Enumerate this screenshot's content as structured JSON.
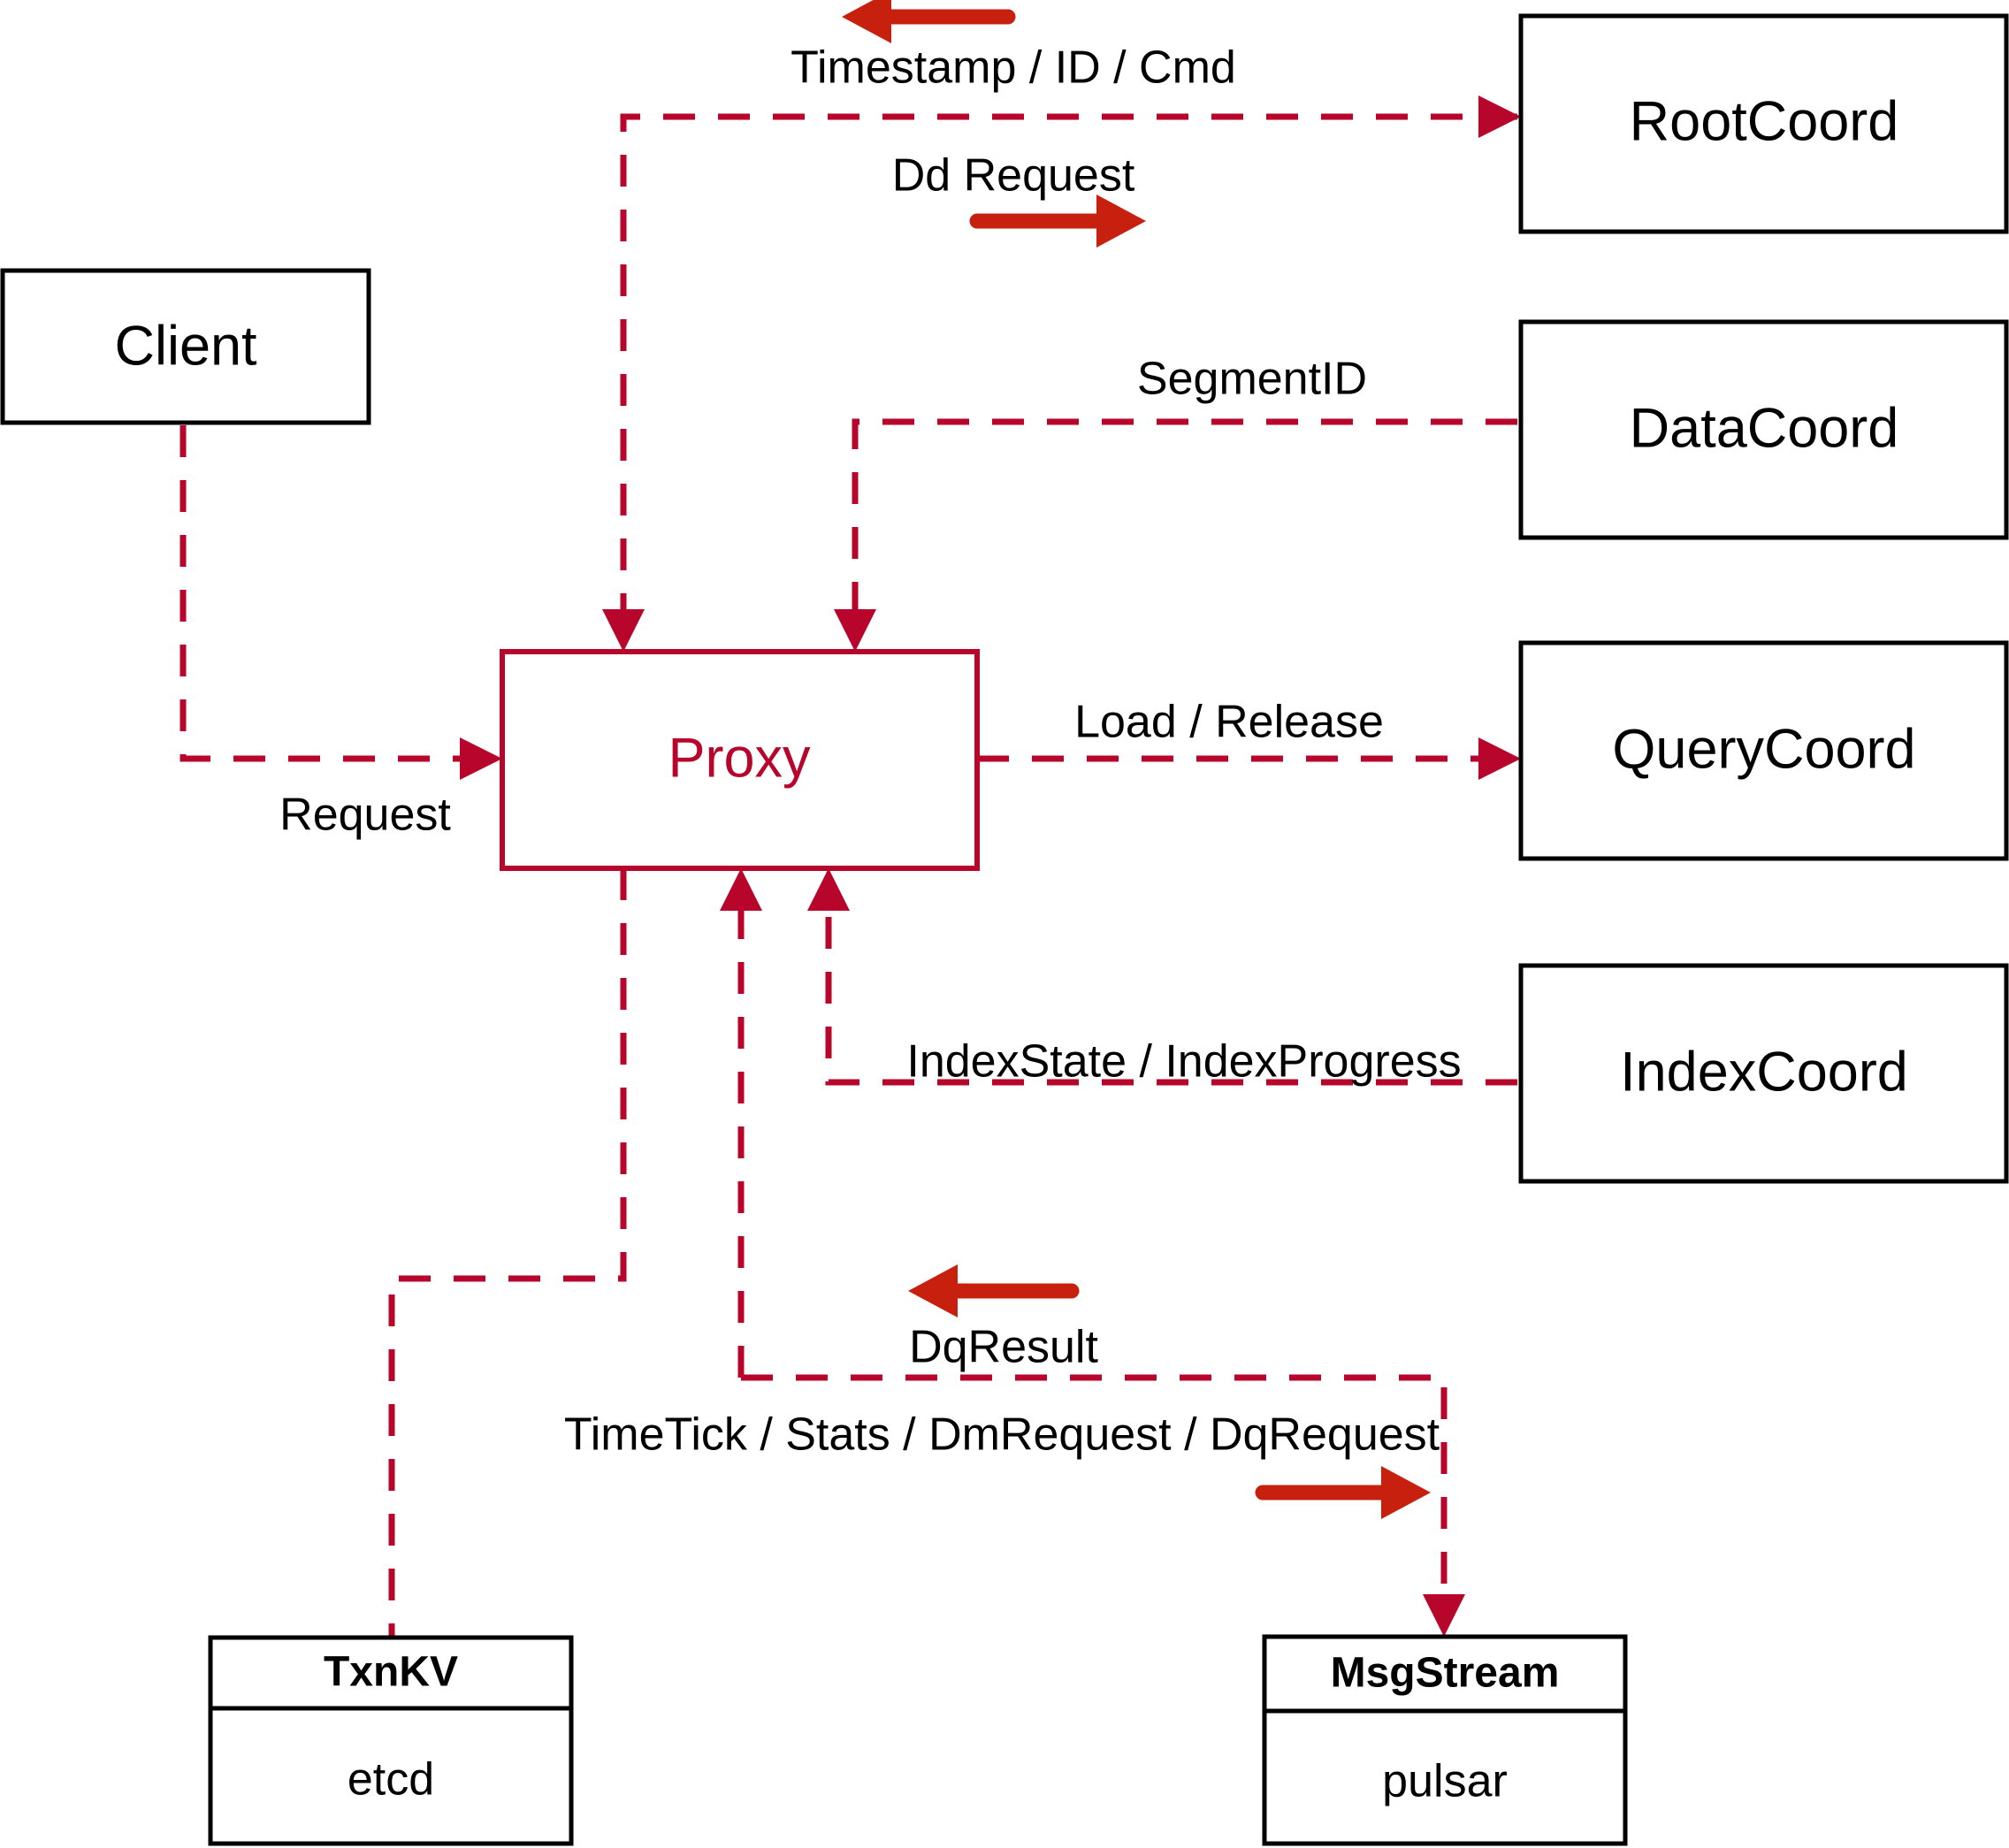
{
  "diagram": {
    "title": "Milvus Proxy interaction diagram",
    "colors": {
      "accent": "#b8052b",
      "flow_arrow": "#c8200f",
      "node_stroke": "#000000",
      "background": "#ffffff"
    },
    "nodes": [
      {
        "id": "client",
        "label": "Client",
        "style": "plain"
      },
      {
        "id": "proxy",
        "label": "Proxy",
        "style": "accent"
      },
      {
        "id": "rootcoord",
        "label": "RootCoord",
        "style": "plain"
      },
      {
        "id": "datacoord",
        "label": "DataCoord",
        "style": "plain"
      },
      {
        "id": "querycoord",
        "label": "QueryCoord",
        "style": "plain"
      },
      {
        "id": "indexcoord",
        "label": "IndexCoord",
        "style": "plain"
      },
      {
        "id": "txnkv",
        "label": "TxnKV",
        "sublabel": "etcd",
        "style": "two-row"
      },
      {
        "id": "msgstream",
        "label": "MsgStream",
        "sublabel": "pulsar",
        "style": "two-row"
      }
    ],
    "edges": [
      {
        "id": "timestamp-id-cmd",
        "label": "Timestamp / ID / Cmd",
        "from": "rootcoord",
        "to": "proxy",
        "direction": "left"
      },
      {
        "id": "dd-request",
        "label": "Dd Request",
        "from": "proxy",
        "to": "rootcoord",
        "direction": "right"
      },
      {
        "id": "segment-id",
        "label": "SegmentID",
        "from": "datacoord",
        "to": "proxy",
        "direction": "left"
      },
      {
        "id": "request",
        "label": "Request",
        "from": "client",
        "to": "proxy",
        "direction": "right"
      },
      {
        "id": "load-release",
        "label": "Load / Release",
        "from": "proxy",
        "to": "querycoord",
        "direction": "right"
      },
      {
        "id": "index-state",
        "label": "IndexState / IndexProgress",
        "from": "indexcoord",
        "to": "proxy",
        "direction": "left"
      },
      {
        "id": "dq-result",
        "label": "DqResult",
        "from": "msgstream",
        "to": "proxy",
        "direction": "left"
      },
      {
        "id": "timetick-stats",
        "label": "TimeTick / Stats / DmRequest / DqRequest",
        "from": "proxy",
        "to": "msgstream",
        "direction": "right"
      },
      {
        "id": "txnkv-link",
        "label": "",
        "from": "proxy",
        "to": "txnkv",
        "direction": "down"
      }
    ]
  }
}
